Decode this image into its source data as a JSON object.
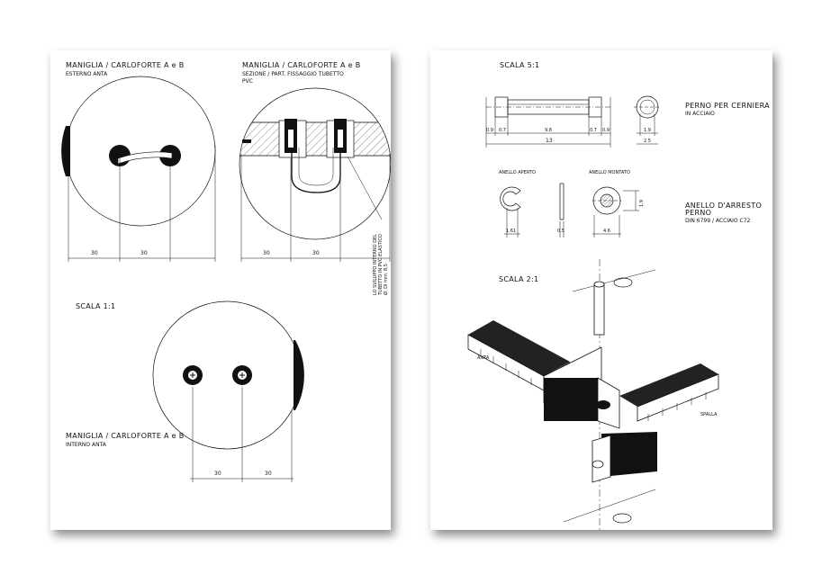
{
  "left_sheet": {
    "view_exterior": {
      "title": "MANIGLIA / CARLOFORTE A e B",
      "subtitle": "ESTERNO ANTA",
      "dims": [
        "30",
        "30"
      ]
    },
    "view_section": {
      "title": "MANIGLIA / CARLOFORTE A e B",
      "subtitle": "SEZIONE / PART. FISSAGGIO TUBETTO",
      "subtitle2": "PVC",
      "dims": [
        "30",
        "30"
      ],
      "note": [
        "LO SVILUPPO INTERNO DEL",
        "TUBETTO IN PVC ELASTICO",
        "Ø. DI mm. 8,5"
      ]
    },
    "scale_label": "SCALA 1:1",
    "view_interior": {
      "title": "MANIGLIA / CARLOFORTE A e B",
      "subtitle": "INTERNO ANTA",
      "dims": [
        "30",
        "30"
      ]
    }
  },
  "right_sheet": {
    "scale_top": "SCALA 5:1",
    "pin": {
      "title": "PERNO PER CERNIERA",
      "material": "IN ACCIAIO",
      "dims": [
        "0.9",
        "0.7",
        "9.8",
        "0.7",
        "0.9"
      ],
      "total": "13",
      "dia1": "1.9",
      "dia2": "2.5"
    },
    "ring_open_label": "ANELLO APERTO",
    "ring_mounted_label": "ANELLO MONTATO",
    "ring_dims": [
      "1.61",
      "0.5",
      "4.6",
      "1.9"
    ],
    "ring_title": "ANELLO D'ARRESTO",
    "ring_title2": "PERNO",
    "ring_spec": "DIN 6799 / ACCIAIO C72",
    "scale_bottom": "SCALA 2:1",
    "label_anta": "ANTA",
    "label_spalla": "SPALLA"
  }
}
